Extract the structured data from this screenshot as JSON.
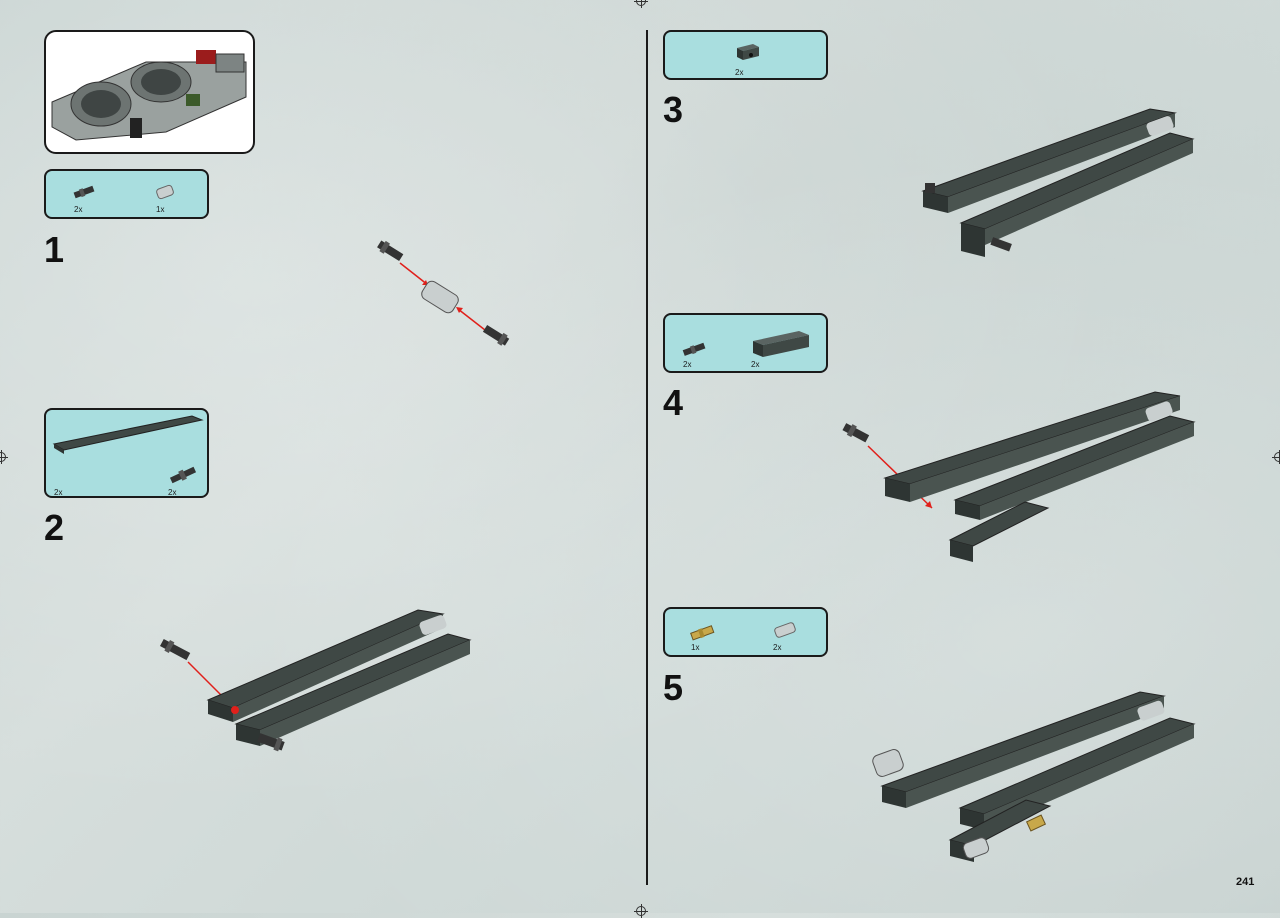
{
  "page": {
    "number": "241"
  },
  "steps": [
    {
      "number": "1",
      "parts": [
        {
          "qty": "2x",
          "icon": "axle-pin-icon"
        },
        {
          "qty": "1x",
          "icon": "axle-connector-icon"
        }
      ]
    },
    {
      "number": "2",
      "parts": [
        {
          "qty": "2x",
          "icon": "technic-beam-16-icon"
        },
        {
          "qty": "2x",
          "icon": "axle-pin-icon"
        }
      ]
    },
    {
      "number": "3",
      "parts": [
        {
          "qty": "2x",
          "icon": "technic-brick-1x2-icon"
        }
      ]
    },
    {
      "number": "4",
      "parts": [
        {
          "qty": "2x",
          "icon": "axle-pin-icon"
        },
        {
          "qty": "2x",
          "icon": "technic-brick-1x6-icon"
        }
      ]
    },
    {
      "number": "5",
      "parts": [
        {
          "qty": "1x",
          "icon": "tan-axle-pin-icon"
        },
        {
          "qty": "2x",
          "icon": "axle-connector-icon"
        }
      ]
    }
  ],
  "colors": {
    "callout_bg": "#a9dedf",
    "brick": "#4a5450",
    "arrow": "#e0201b",
    "connector": "#b9c0c0",
    "tan": "#c8a84a"
  },
  "footer": {
    "left_slug": "",
    "right_slug": ""
  }
}
